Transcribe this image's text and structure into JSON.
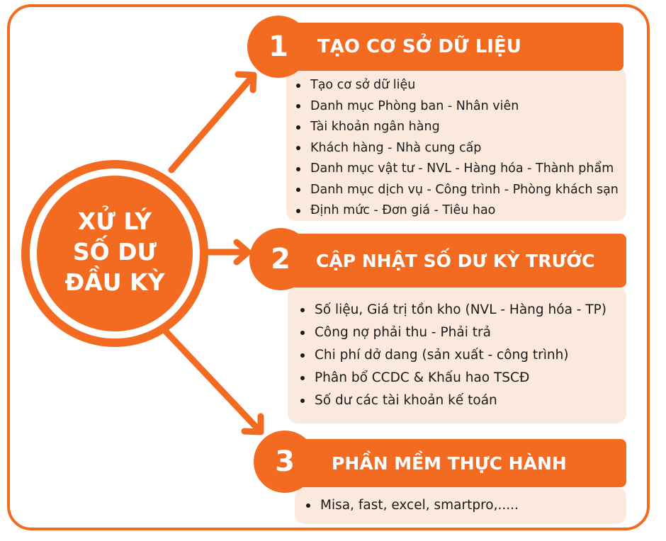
{
  "hub": {
    "lines": [
      "XỬ LÝ",
      "SỐ DƯ",
      "ĐẦU KỲ"
    ]
  },
  "sections": [
    {
      "number": "1",
      "title": "TẠO CƠ SỞ DỮ LIỆU",
      "items": [
        "Tạo cơ sở dữ liệu",
        "Danh mục Phòng ban - Nhân viên",
        "Tài khoản ngân hàng",
        "Khách hàng - Nhà cung cấp",
        "Danh mục vật tư - NVL - Hàng hóa - Thành phẩm",
        "Danh mục dịch vụ - Công trình - Phòng khách sạn",
        "Định mức - Đơn giá - Tiêu hao"
      ]
    },
    {
      "number": "2",
      "title": "CẬP NHẬT SỐ DƯ KỲ TRƯỚC",
      "items": [
        "Số liệu, Giá trị tồn kho (NVL - Hàng hóa - TP)",
        "Công nợ phải thu - Phải trả",
        "Chi phí dở dang (sản xuất - công trình)",
        "Phân bổ CCDC & Khấu hao TSCĐ",
        "Số dư các tài khoản kế toán"
      ]
    },
    {
      "number": "3",
      "title": "PHẦN MỀM THỰC HÀNH",
      "items": [
        "Misa, fast, excel, smartpro,....."
      ]
    }
  ],
  "colors": {
    "accent": "#f26b21",
    "panel": "#fbe9dd",
    "text": "#1a1a1a"
  }
}
